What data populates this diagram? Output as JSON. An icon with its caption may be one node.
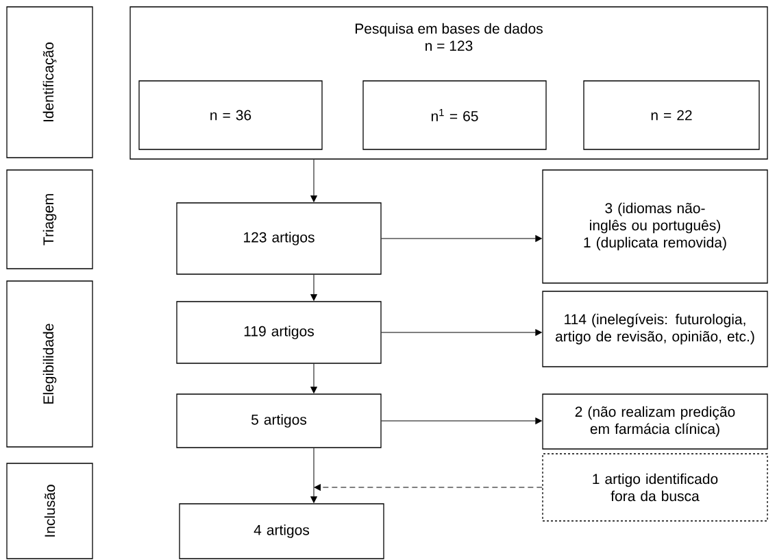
{
  "diagram": {
    "nodes": [
      {
        "text": [
          "Identificação"
        ]
      },
      {
        "text": [
          "Triagem"
        ]
      },
      {
        "text": [
          "Elegibilidade"
        ]
      },
      {
        "text": [
          "Inclusão"
        ]
      },
      {
        "text": [
          "Pesquisa em bases de dados",
          "n = 123"
        ]
      },
      {
        "text": [
          "n = 36"
        ],
        "in": 4
      },
      {
        "text": [
          "n$^{1}$ = 65"
        ],
        "in": 4
      },
      {
        "text": [
          "n = 22"
        ],
        "in": 4
      },
      {
        "text": [
          "123 artigos"
        ]
      },
      {
        "text": [
          "3 (idiomas não-inglês ou português)",
          "1 (duplicata removida)"
        ]
      },
      {
        "text": [
          "119 artigos"
        ]
      },
      {
        "text": [
          "114 (inelegíveis: futurologia, artigo de revisão, opinião, etc.)"
        ]
      },
      {
        "text": [
          "5 artigos"
        ]
      },
      {
        "text": [
          "2 (não realizam predição em farmácia clínica)"
        ]
      },
      {
        "text": [
          "1 artigo identificado fora da busca"
        ]
      },
      {
        "text": [
          "4 artigos"
        ]
      }
    ],
    "edges": [
      {
        "from": 4,
        "to": 8,
        "arrow": "to"
      },
      {
        "from": 8,
        "to": 9,
        "arrow": "to"
      },
      {
        "from": 8,
        "to": 10,
        "arrow": "to"
      },
      {
        "from": 10,
        "to": 11,
        "arrow": "to"
      },
      {
        "from": 10,
        "to": 12,
        "arrow": "to"
      },
      {
        "from": 12,
        "to": 13,
        "arrow": "to"
      },
      {
        "from": 12,
        "to": 15,
        "arrow": "to"
      },
      {
        "from": 14,
        "to": null,
        "arrow": "to",
        "style": "dashed"
      }
    ]
  }
}
